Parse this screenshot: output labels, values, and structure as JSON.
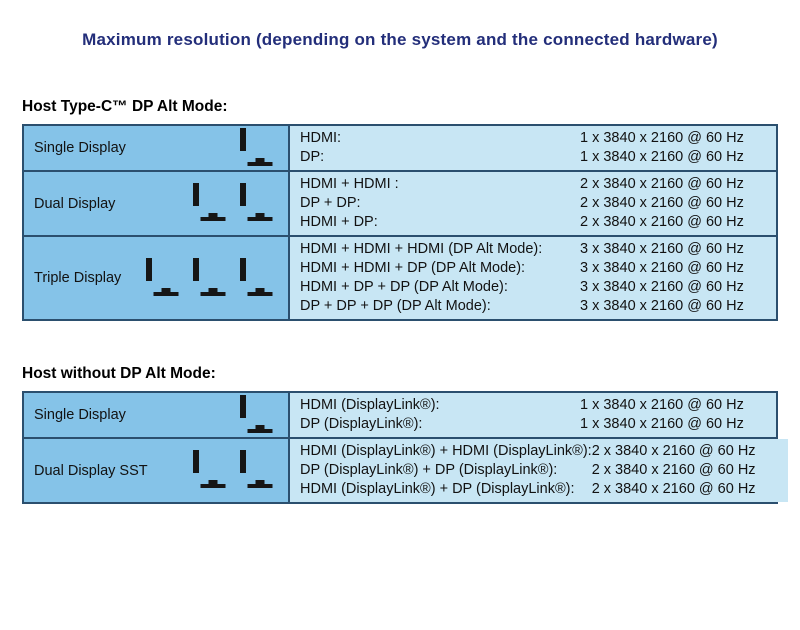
{
  "page": {
    "title": "Maximum resolution (depending on the system and the connected hardware)"
  },
  "colors": {
    "title": "#232e7a",
    "border": "#2b4f6e",
    "left_cell_bg": "#85c3e8",
    "right_cell_bg": "#c8e6f4",
    "monitor_screen": "#b7dcf2"
  },
  "sections": [
    {
      "heading": "Host Type-C™ DP Alt Mode:",
      "rows": [
        {
          "label": "Single Display",
          "monitors": 1,
          "lines": [
            {
              "conn": "HDMI:",
              "res": "1 x 3840 x 2160 @ 60 Hz"
            },
            {
              "conn": "DP:",
              "res": "1 x 3840 x 2160 @ 60 Hz"
            }
          ]
        },
        {
          "label": "Dual Display",
          "monitors": 2,
          "lines": [
            {
              "conn": "HDMI + HDMI :",
              "res": "2 x 3840 x 2160 @ 60 Hz"
            },
            {
              "conn": "DP + DP:",
              "res": "2 x 3840 x 2160 @ 60 Hz"
            },
            {
              "conn": "HDMI + DP:",
              "res": "2 x 3840 x 2160 @ 60 Hz"
            }
          ]
        },
        {
          "label": "Triple Display",
          "monitors": 3,
          "lines": [
            {
              "conn": "HDMI + HDMI + HDMI (DP Alt Mode):",
              "res": "3 x 3840 x 2160 @ 60 Hz"
            },
            {
              "conn": "HDMI + HDMI + DP (DP Alt Mode):",
              "res": "3 x 3840 x 2160 @ 60 Hz"
            },
            {
              "conn": "HDMI + DP + DP (DP Alt Mode):",
              "res": "3 x 3840 x 2160 @ 60 Hz"
            },
            {
              "conn": "DP + DP + DP (DP Alt Mode):",
              "res": "3 x 3840 x 2160 @ 60 Hz"
            }
          ]
        }
      ]
    },
    {
      "heading": "Host without DP Alt Mode:",
      "rows": [
        {
          "label": "Single Display",
          "monitors": 1,
          "lines": [
            {
              "conn": "HDMI (DisplayLink®):",
              "res": "1 x 3840 x 2160 @ 60 Hz"
            },
            {
              "conn": "DP (DisplayLink®):",
              "res": "1 x 3840 x 2160 @ 60 Hz"
            }
          ]
        },
        {
          "label": "Dual Display SST",
          "monitors": 2,
          "lines": [
            {
              "conn": "HDMI (DisplayLink®) + HDMI (DisplayLink®):",
              "res": "2 x 3840 x 2160 @ 60 Hz"
            },
            {
              "conn": "DP (DisplayLink®) + DP (DisplayLink®):",
              "res": "2 x 3840 x 2160 @ 60 Hz"
            },
            {
              "conn": "HDMI (DisplayLink®) + DP (DisplayLink®):",
              "res": "2 x 3840 x 2160 @ 60 Hz"
            }
          ]
        }
      ]
    }
  ]
}
